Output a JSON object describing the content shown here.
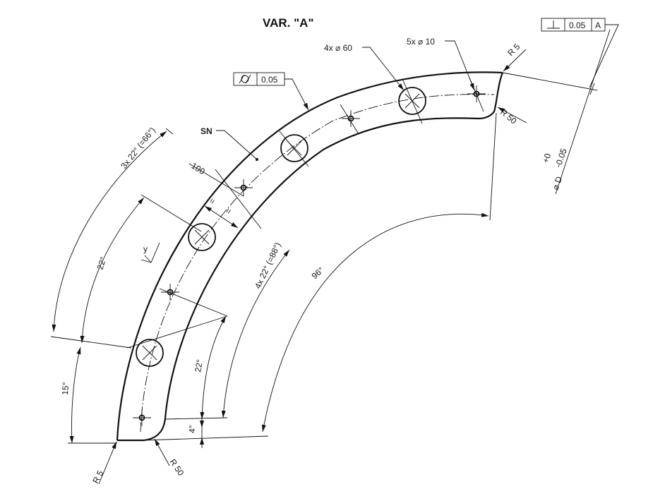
{
  "title": "VAR. \"A\"",
  "perpendicularity_frame": {
    "value": "0.05",
    "datum": "A"
  },
  "cylindricity_frame": {
    "value": "0.05"
  },
  "callouts": {
    "large_holes": "4x  ⌀ 60",
    "small_holes": "5x  ⌀ 10",
    "r5_top": "R 5",
    "r50_top": "R 50",
    "r5_bottom": "R 5",
    "r50_bottom": "R 50",
    "sn": "SN",
    "width_100": "100",
    "equal_mark_1": "=",
    "equal_mark_2": "=",
    "surface_y": "y"
  },
  "diameter_dim": {
    "symbol": "⌀ D",
    "upper_tol": "+0",
    "lower_tol": "-0.05"
  },
  "angles": {
    "outer_pattern": "3x 22° (=66°)",
    "outer_22": "22°",
    "outer_15": "15°",
    "inner_pattern": "4x 22° (=88°)",
    "inner_22": "22°",
    "inner_4": "4°",
    "total_96": "96°"
  }
}
